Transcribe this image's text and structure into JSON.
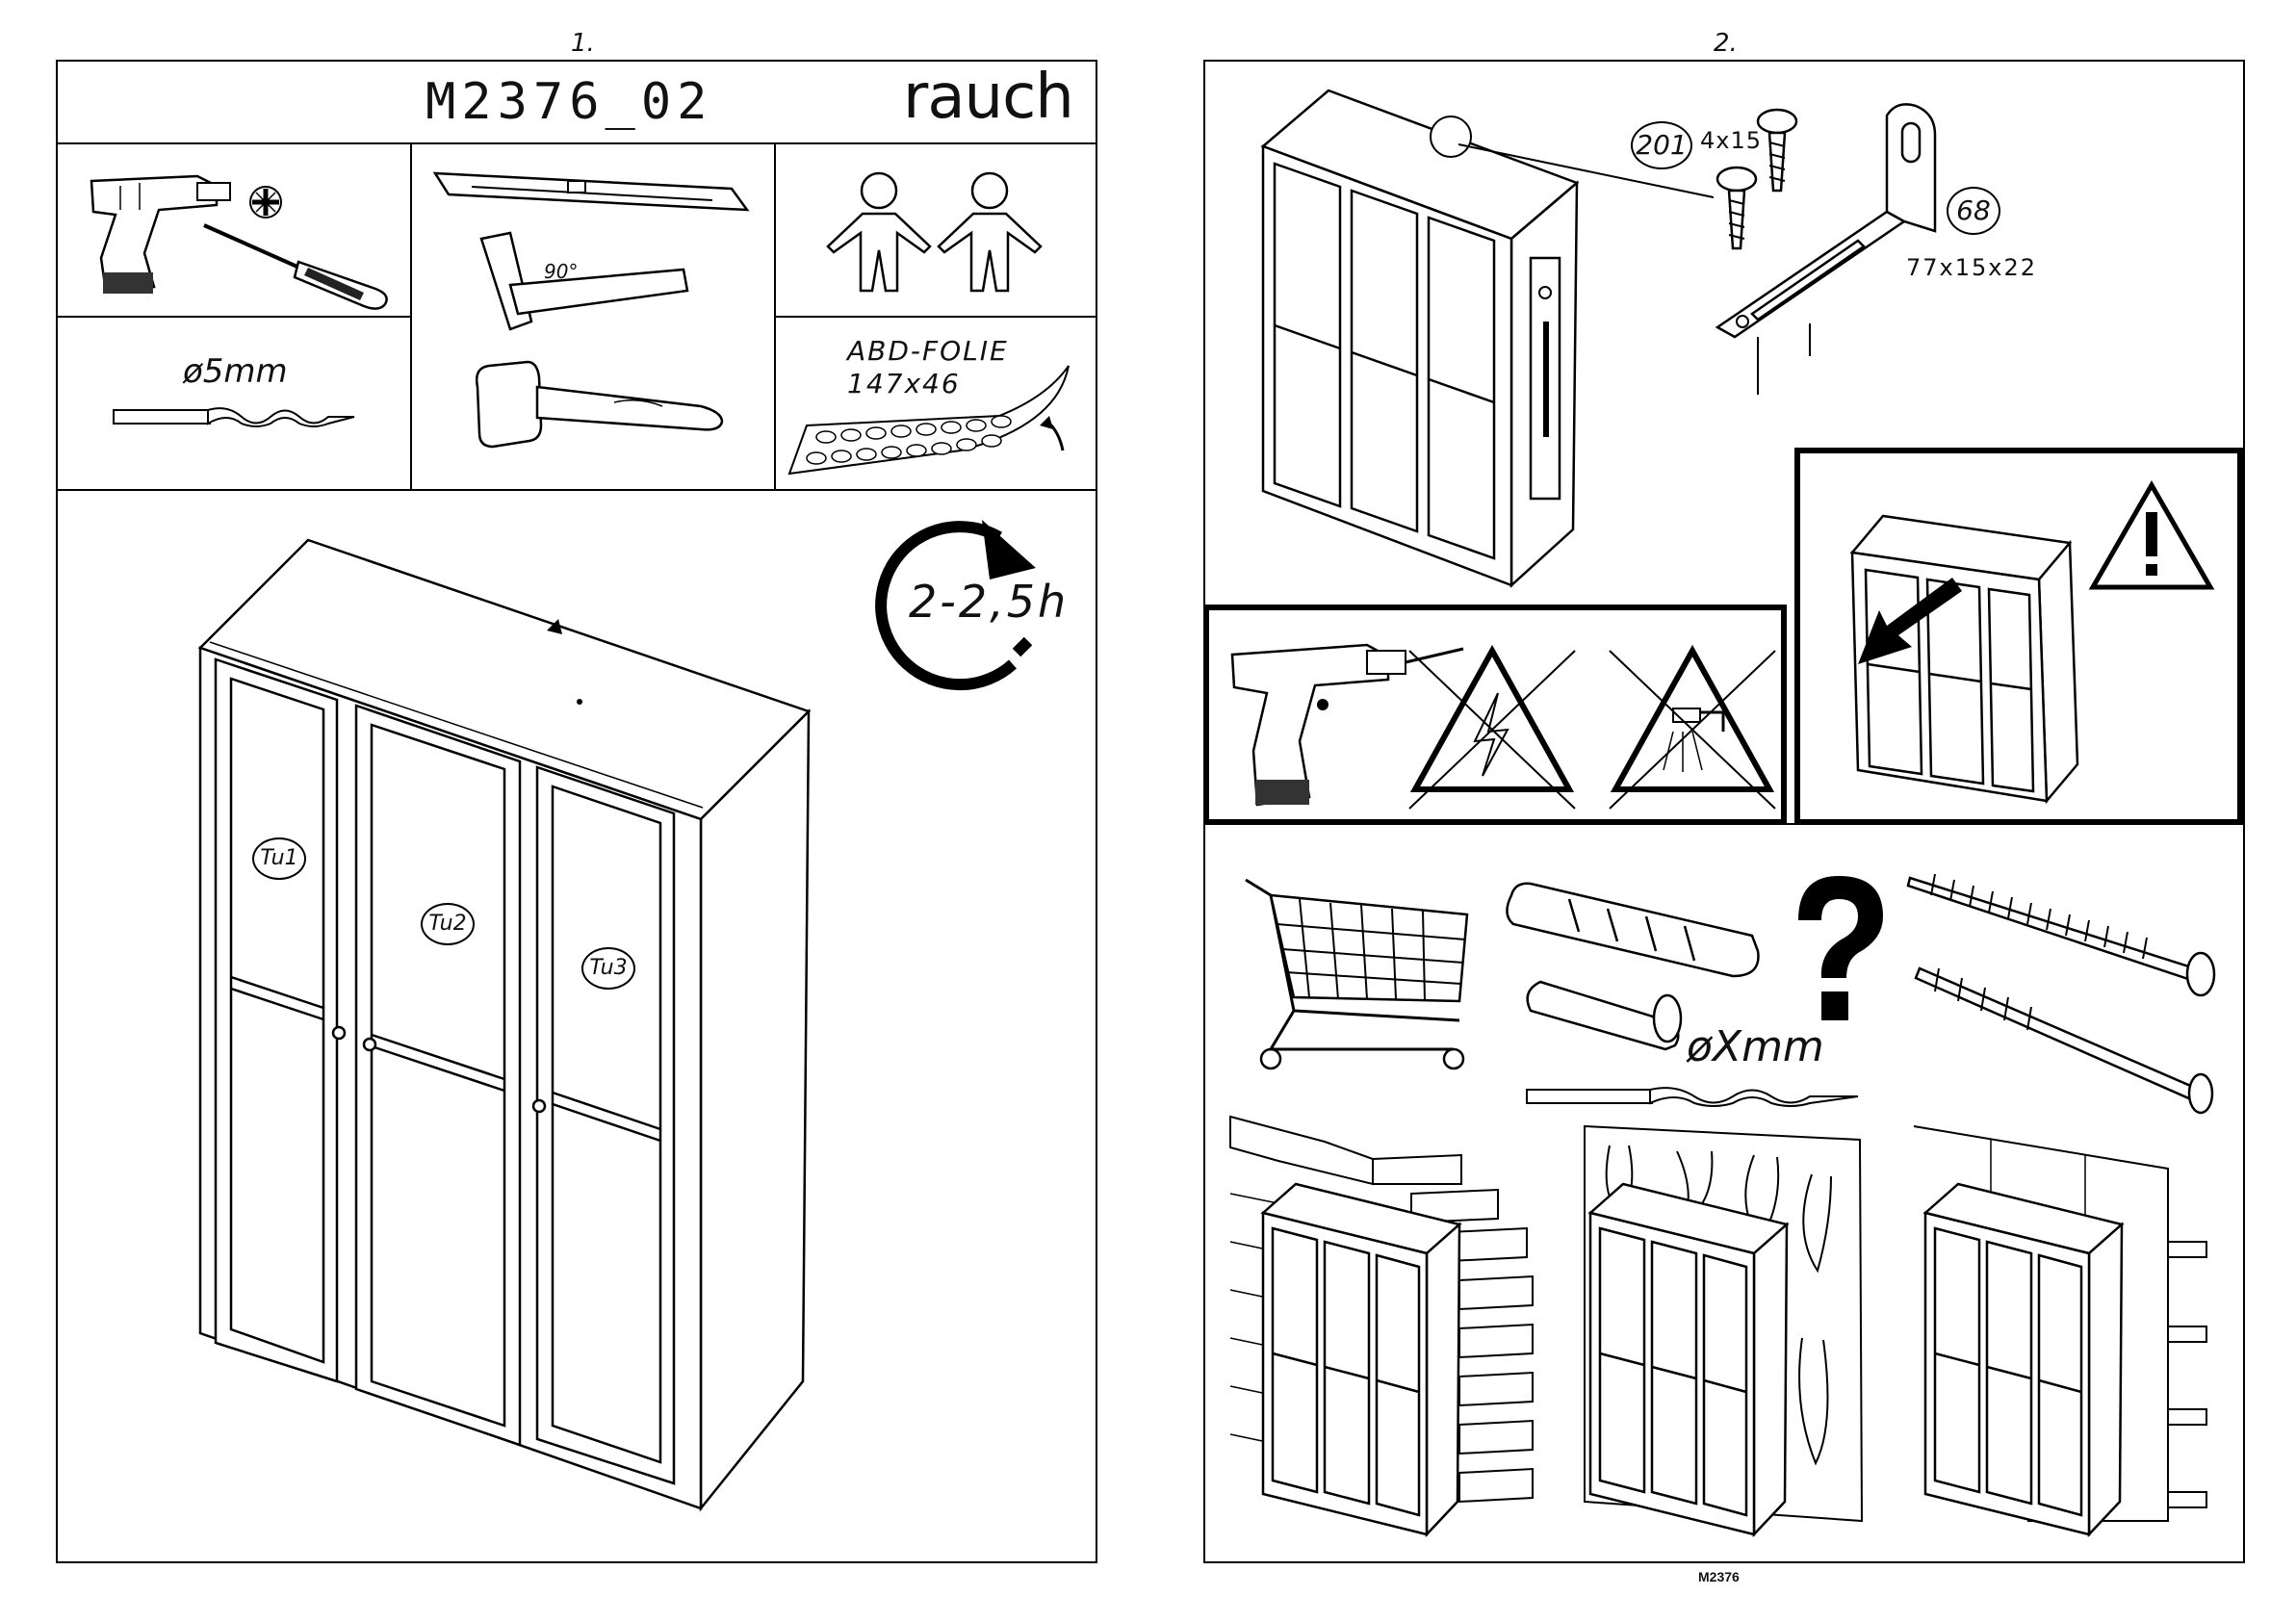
{
  "page1": {
    "number": "1.",
    "model_code": "M2376_02",
    "brand": "rauch",
    "drill_bit_label": "ø5mm",
    "angle_label": "90°",
    "foil_label_line1": "ABD-FOLIE",
    "foil_label_line2": "147x46",
    "assembly_time": "2-2,5h",
    "door_labels": [
      "Tu1",
      "Tu2",
      "Tu3"
    ]
  },
  "page2": {
    "number": "2.",
    "screw_part_no": "201",
    "screw_size": "4x15",
    "bracket_part_no": "68",
    "bracket_size": "77x15x22",
    "drill_label": "øXmm"
  },
  "footer": {
    "doc_code": "M2376"
  },
  "icons": [
    "drill-icon",
    "screwdriver-icon",
    "pozidriv-bit-icon",
    "spirit-level-icon",
    "set-square-icon",
    "hammer-icon",
    "two-persons-icon",
    "drill-bit-icon",
    "foil-sheet-icon",
    "clock-arrow-icon",
    "warning-icon",
    "no-electric-icon",
    "no-water-icon",
    "shopping-cart-icon",
    "wall-plug-icon",
    "question-mark-icon",
    "wall-screw-icon",
    "brick-wall-icon",
    "wood-wall-icon",
    "panel-wall-icon"
  ]
}
